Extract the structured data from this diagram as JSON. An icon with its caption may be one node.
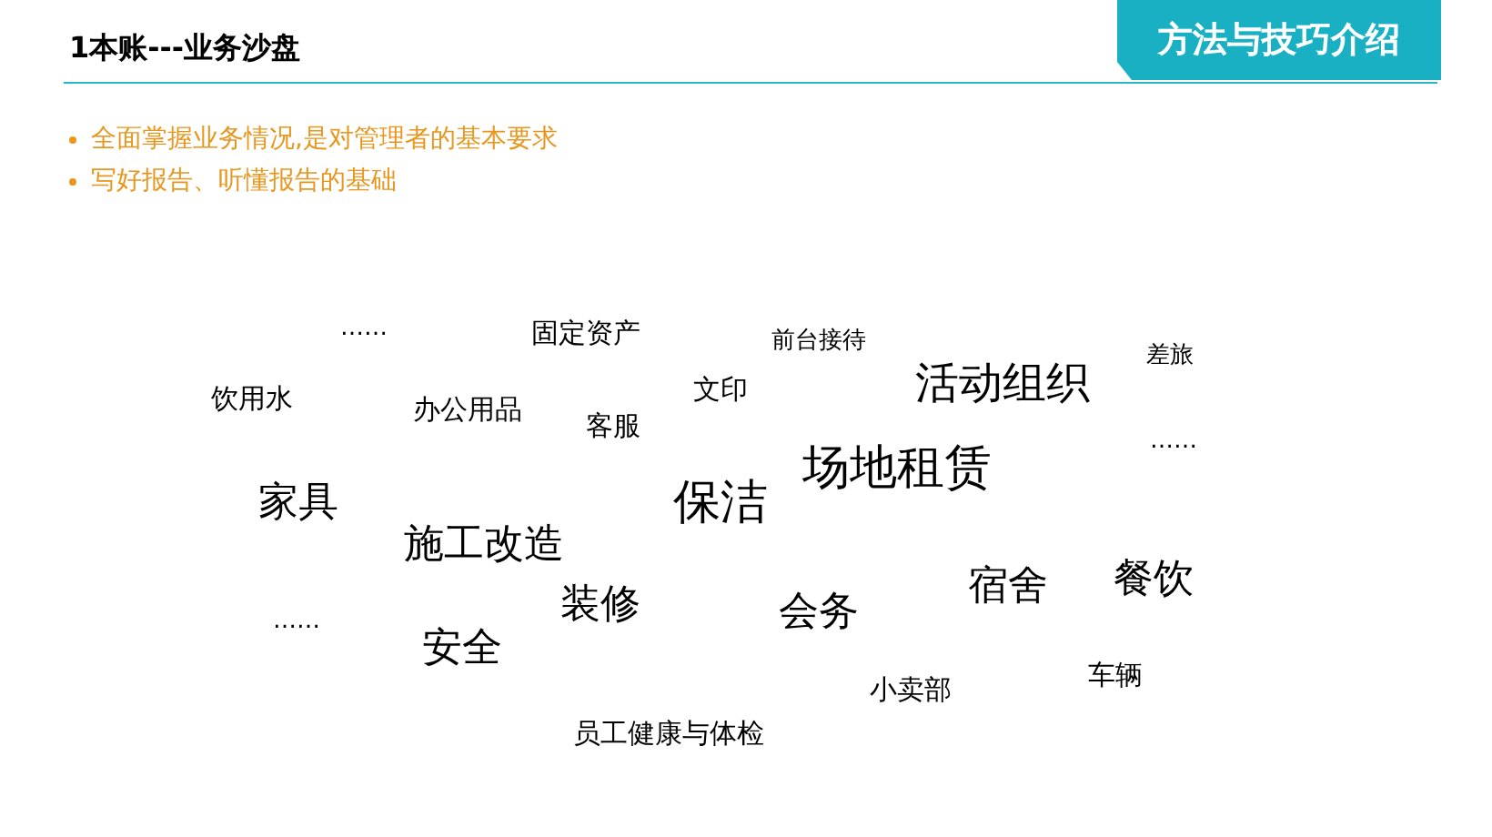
{
  "diagram": {
    "title": "1本账---业务沙盘",
    "nodes": [
      {
        "text": [
          "方法与技巧介绍"
        ]
      }
    ],
    "labels": [
      "全面掌握业务情况,是对管理者的基本要求",
      "写好报告、听懂报告的基础",
      "……",
      "固定资产",
      "前台接待",
      "差旅",
      "活动组织",
      "饮用水",
      "文印",
      "办公用品",
      "客服",
      "……",
      "场地租赁",
      "保洁",
      "家具",
      "施工改造",
      "餐饮",
      "宿舍",
      "装修",
      "会务",
      "……",
      "安全",
      "车辆",
      "小卖部",
      "员工健康与体检"
    ]
  }
}
